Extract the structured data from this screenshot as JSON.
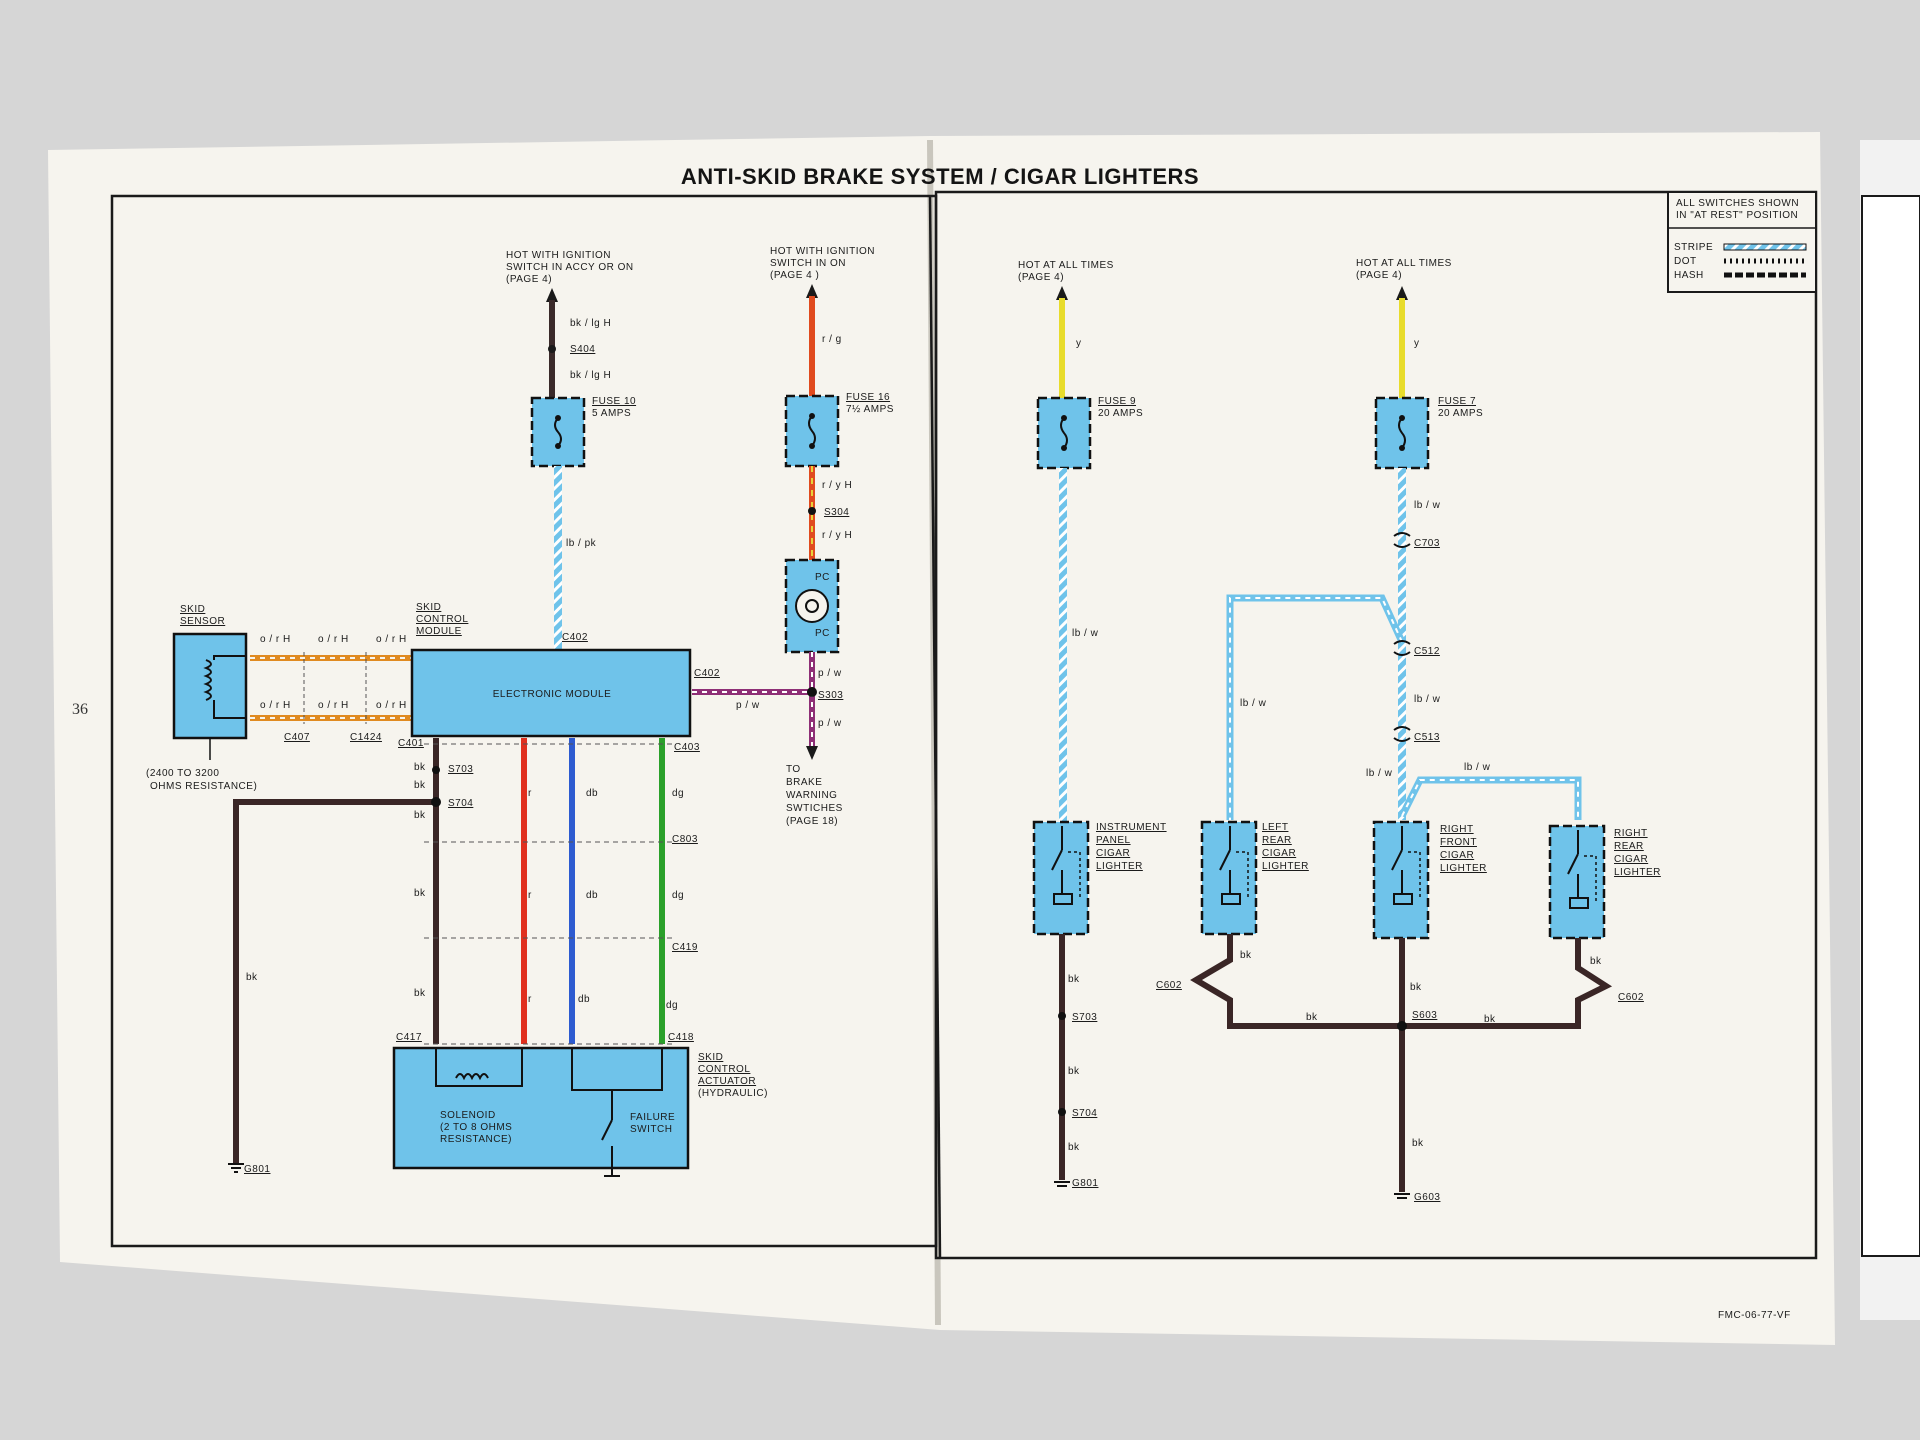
{
  "title": "ANTI-SKID BRAKE SYSTEM / CIGAR LIGHTERS",
  "page_number": "36",
  "footer_code": "FMC-06-77-VF",
  "legend": {
    "note_lines": [
      "ALL SWITCHES SHOWN",
      "IN \"AT REST\" POSITION"
    ],
    "items": [
      "STRIPE",
      "DOT",
      "HASH"
    ]
  },
  "power_sources": [
    {
      "lines": [
        "HOT WITH IGNITION",
        "SWITCH IN ACCY OR ON",
        "(PAGE 4)"
      ]
    },
    {
      "lines": [
        "HOT WITH IGNITION",
        "SWITCH IN ON",
        "(PAGE 4 )"
      ]
    },
    {
      "lines": [
        "HOT AT ALL TIMES",
        "(PAGE 4)"
      ]
    },
    {
      "lines": [
        "HOT AT ALL TIMES",
        "(PAGE 4)"
      ]
    }
  ],
  "fuses": [
    {
      "name": "FUSE 10",
      "rating": "5 AMPS"
    },
    {
      "name": "FUSE 16",
      "rating": "7½ AMPS"
    },
    {
      "name": "FUSE 9",
      "rating": "20 AMPS"
    },
    {
      "name": "FUSE 7",
      "rating": "20 AMPS"
    }
  ],
  "components": {
    "skid_sensor": [
      "SKID",
      "SENSOR"
    ],
    "sensor_resistance": [
      "(2400 TO 3200",
      "OHMS RESISTANCE)"
    ],
    "skid_control_module": [
      "SKID",
      "CONTROL",
      "MODULE"
    ],
    "electronic_module": "ELECTRONIC MODULE",
    "skid_control_actuator": [
      "SKID",
      "CONTROL",
      "ACTUATOR",
      "(HYDRAULIC)"
    ],
    "solenoid": [
      "SOLENOID",
      "(2 TO 8 OHMS",
      "RESISTANCE)"
    ],
    "failure_switch": [
      "FAILURE",
      "SWITCH"
    ],
    "brake_warning": [
      "TO",
      "BRAKE",
      "WARNING",
      "SWTICHES",
      "(PAGE 18)"
    ],
    "pc": "PC",
    "instrument_panel_lighter": [
      "INSTRUMENT",
      "PANEL",
      "CIGAR",
      "LIGHTER"
    ],
    "left_rear_lighter": [
      "LEFT",
      "REAR",
      "CIGAR",
      "LIGHTER"
    ],
    "right_front_lighter": [
      "RIGHT",
      "FRONT",
      "CIGAR",
      "LIGHTER"
    ],
    "right_rear_lighter": [
      "RIGHT",
      "REAR",
      "CIGAR",
      "LIGHTER"
    ]
  },
  "wire_labels": {
    "bk_lg_h": "bk / lg H",
    "lb_pk": "lb / pk",
    "r_g": "r / g",
    "r_y_h": "r / y H",
    "p_w": "p / w",
    "o_r_h": "o / r H",
    "bk": "bk",
    "r": "r",
    "db": "db",
    "dg": "dg",
    "y": "y",
    "lb_w": "lb / w"
  },
  "connectors": {
    "S404": "S404",
    "S304": "S304",
    "S303": "S303",
    "C402": "C402",
    "C407": "C407",
    "C1424": "C1424",
    "C401": "C401",
    "C403": "C403",
    "S703": "S703",
    "S704": "S704",
    "C803": "C803",
    "C419": "C419",
    "C417": "C417",
    "C418": "C418",
    "G801": "G801",
    "C703": "C703",
    "C512": "C512",
    "C513": "C513",
    "C602": "C602",
    "S603": "S603",
    "G603": "G603"
  }
}
